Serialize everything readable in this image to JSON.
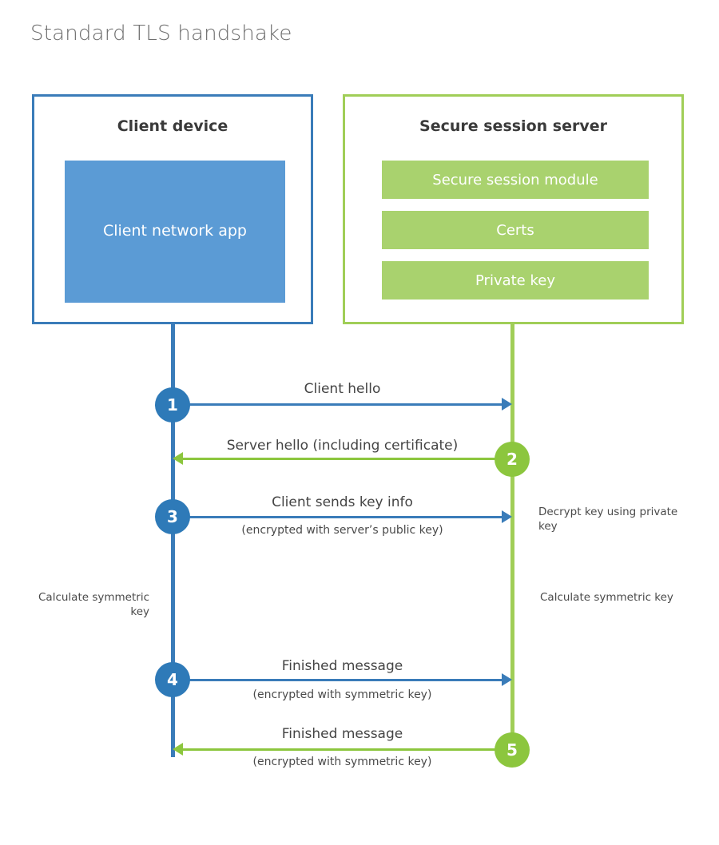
{
  "title": "Standard TLS handshake",
  "colors": {
    "client_blue": "#3a7cb9",
    "client_app_fill": "#5b9bd5",
    "step_blue": "#2e7ab8",
    "server_green": "#a0ce57",
    "server_bar_fill": "#a9d26e",
    "step_green": "#8cc63e",
    "title_gray": "#6e6e6e",
    "text_gray": "#444444"
  },
  "parties": {
    "client": {
      "title": "Client device",
      "components": [
        {
          "label": "Client network app"
        }
      ]
    },
    "server": {
      "title": "Secure session server",
      "components": [
        {
          "label": "Secure session module"
        },
        {
          "label": "Certs"
        },
        {
          "label": "Private key"
        }
      ]
    }
  },
  "steps": [
    {
      "number": "1",
      "direction": "client-to-server",
      "label": "Client hello",
      "sublabel": ""
    },
    {
      "number": "2",
      "direction": "server-to-client",
      "label": "Server hello (including certificate)",
      "sublabel": ""
    },
    {
      "number": "3",
      "direction": "client-to-server",
      "label": "Client sends key info",
      "sublabel": "(encrypted with server’s public key)"
    },
    {
      "number": "4",
      "direction": "client-to-server",
      "label": "Finished message",
      "sublabel": "(encrypted with symmetric key)"
    },
    {
      "number": "5",
      "direction": "server-to-client",
      "label": "Finished message",
      "sublabel": "(encrypted with symmetric key)"
    }
  ],
  "annotations": {
    "server_decrypt": "Decrypt key using private key",
    "client_calculate": "Calculate symmetric key",
    "server_calculate": "Calculate symmetric key"
  }
}
